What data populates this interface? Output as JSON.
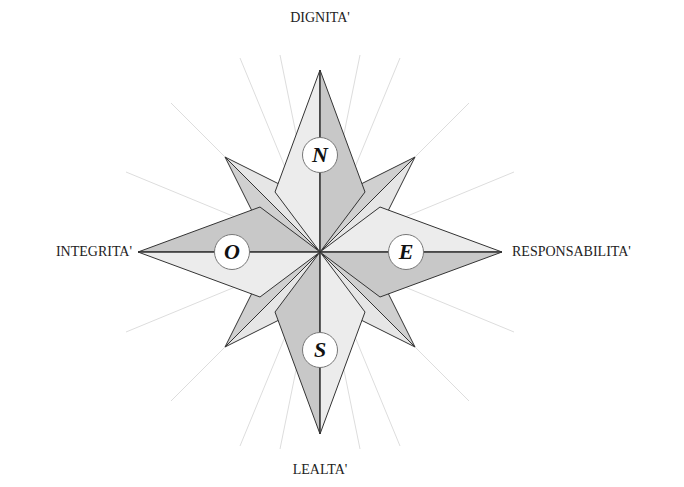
{
  "diagram": {
    "nodes": [
      {
        "text": [
          "N"
        ]
      },
      {
        "text": [
          "O"
        ]
      },
      {
        "text": [
          "E"
        ]
      },
      {
        "text": [
          "S"
        ]
      }
    ],
    "labels": [
      "DIGNITA'",
      "INTEGRITA'",
      "RESPONSABILITA'",
      "LEALTA'"
    ]
  }
}
